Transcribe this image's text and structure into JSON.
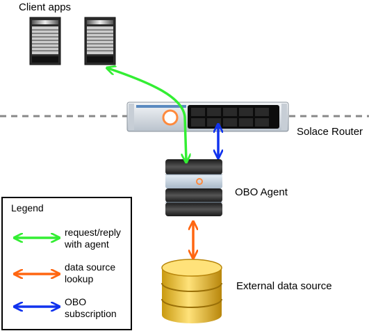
{
  "labels": {
    "client_apps": "Client apps",
    "router": "Solace Router",
    "agent": "OBO Agent",
    "datasource": "External data source"
  },
  "legend": {
    "title": "Legend",
    "items": [
      {
        "line1": "request/reply",
        "line2": "with agent",
        "color": "#33ee33"
      },
      {
        "line1": "data source",
        "line2": "lookup",
        "color": "#ff6611"
      },
      {
        "line1": "OBO",
        "line2": "subscription",
        "color": "#1133ee"
      }
    ]
  },
  "colors": {
    "green": "#33ee33",
    "orange": "#ff6611",
    "blue": "#1133ee",
    "dashed_line": "#888888"
  }
}
